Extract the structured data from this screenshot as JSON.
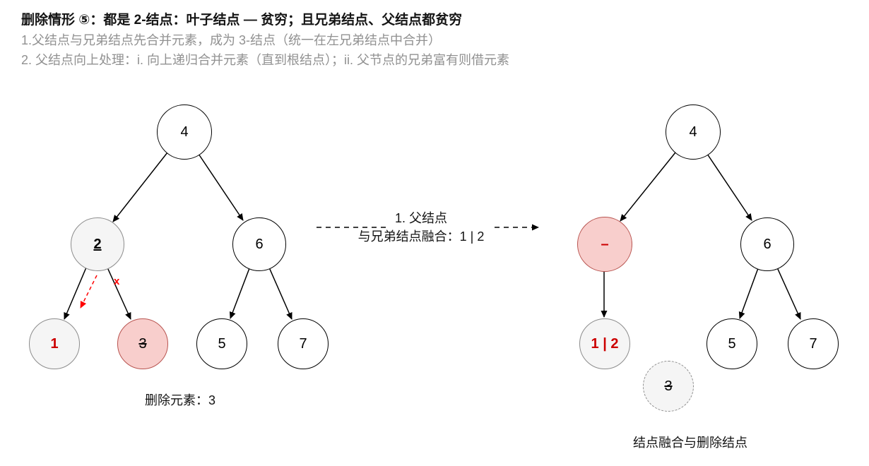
{
  "header": {
    "title": "删除情形 ⑤：都是 2-结点：叶子结点 — 贫穷；且兄弟结点、父结点都贫穷",
    "step1": "1.父结点与兄弟结点先合并元素，成为 3-结点（统一在左兄弟结点中合并）",
    "step2": "2. 父结点向上处理：i. 向上递归合并元素（直到根结点）；ii. 父节点的兄弟富有则借元素"
  },
  "left_tree": {
    "root": "4",
    "parent": "2",
    "sibling_parent": "6",
    "leaf_1": "1",
    "leaf_3": "3",
    "leaf_5": "5",
    "leaf_7": "7",
    "delete_mark": "x",
    "caption": "删除元素：3"
  },
  "transition": {
    "line1": "1. 父结点",
    "line2": "与兄弟结点融合：1 | 2"
  },
  "right_tree": {
    "root": "4",
    "merged_parent": "–",
    "sibling_parent": "6",
    "merged_leaf": "1 | 2",
    "leaf_5": "5",
    "leaf_7": "7",
    "deleted_leaf": "3",
    "caption": "结点融合与删除结点"
  },
  "colors": {
    "pink_fill": "#f8cecc",
    "pink_border": "#b85450",
    "gray_fill": "#f5f5f5",
    "gray_border": "#8c8c8c",
    "accent_red_text": "#cc0000",
    "accent_red_arrow": "#ff0000"
  }
}
